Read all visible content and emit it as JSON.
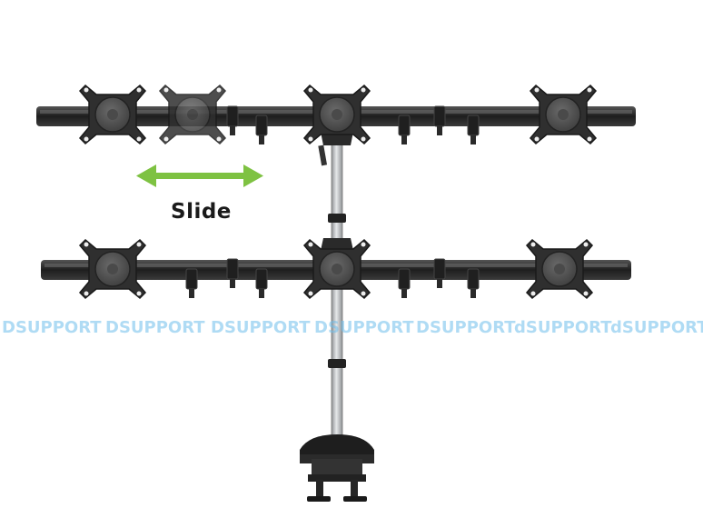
{
  "labels": {
    "slide": "Slide"
  },
  "watermark": {
    "items": [
      "DSUPPORT",
      "DSUPPORT",
      "DSUPPORT",
      "DSUPPORT",
      "DSUPPORT",
      "dSUPPORT",
      "dSUPPORT"
    ]
  },
  "colors": {
    "background": "#ffffff",
    "metal": "#2b2b2b",
    "pole": "#b9bcbe",
    "arrow": "#7ec242",
    "watermark": "#6ebeeb"
  },
  "icons": {
    "arrow": "double-arrow-icon"
  }
}
